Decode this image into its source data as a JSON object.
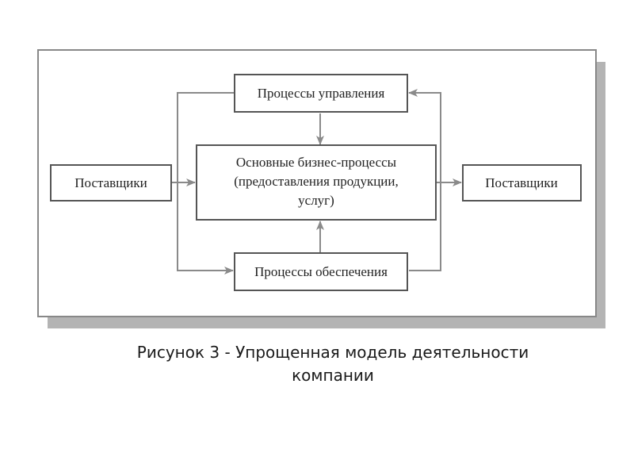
{
  "diagram": {
    "nodes": {
      "management": {
        "label": "Процессы управления"
      },
      "core": {
        "lines": [
          "Основные бизнес-процессы",
          "(предоставления продукции,",
          "услуг)"
        ]
      },
      "support": {
        "label": "Процессы обеспечения"
      },
      "suppliers_left": {
        "label": "Поставщики"
      },
      "suppliers_right": {
        "label": "Поставщики"
      }
    },
    "colors": {
      "box_border": "#555555",
      "connector": "#8a8a8a",
      "frame": "#888888",
      "shadow": "#b4b4b4"
    }
  },
  "caption": {
    "line1": "Рисунок 3 - Упрощенная модель деятельности",
    "line2": "компании"
  }
}
